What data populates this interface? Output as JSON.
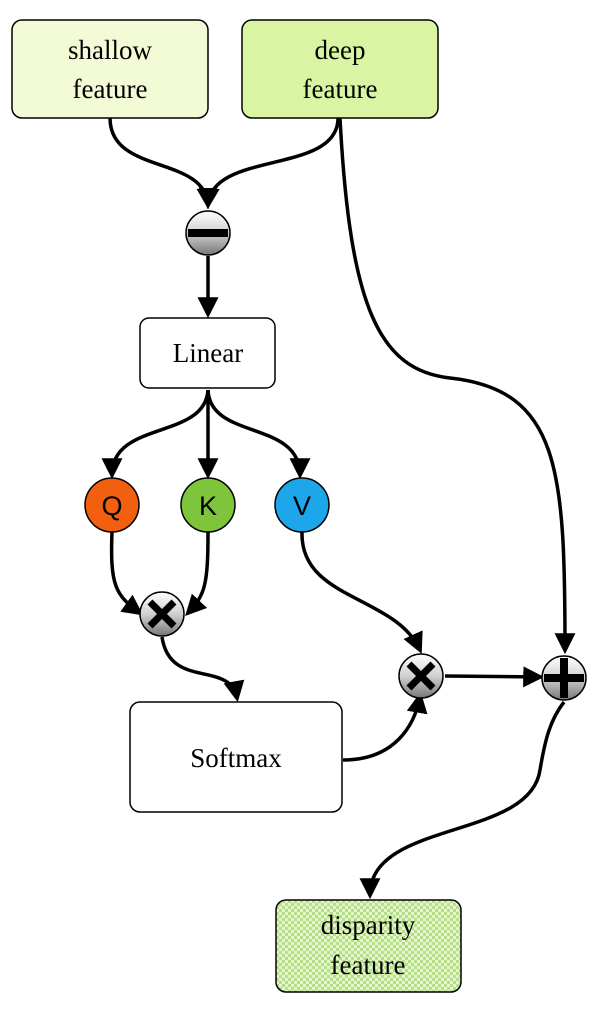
{
  "nodes": {
    "shallow": {
      "line1": "shallow",
      "line2": "feature",
      "fill": "#f3fbd6"
    },
    "deep": {
      "line1": "deep",
      "line2": "feature",
      "fill": "#d9f5a3"
    },
    "linear": {
      "label": "Linear"
    },
    "softmax": {
      "label": "Softmax"
    },
    "disparity": {
      "line1": "disparity",
      "line2": "feature",
      "fill": "#cbe9a8"
    },
    "q": {
      "label": "Q",
      "color": "#f25f0e"
    },
    "k": {
      "label": "K",
      "color": "#7ec53c"
    },
    "v": {
      "label": "V",
      "color": "#1ea6ea"
    }
  },
  "operators": {
    "subtract": "subtract-icon",
    "multiply_qk": "multiply-icon",
    "multiply_v": "multiply-icon",
    "add": "add-icon"
  }
}
